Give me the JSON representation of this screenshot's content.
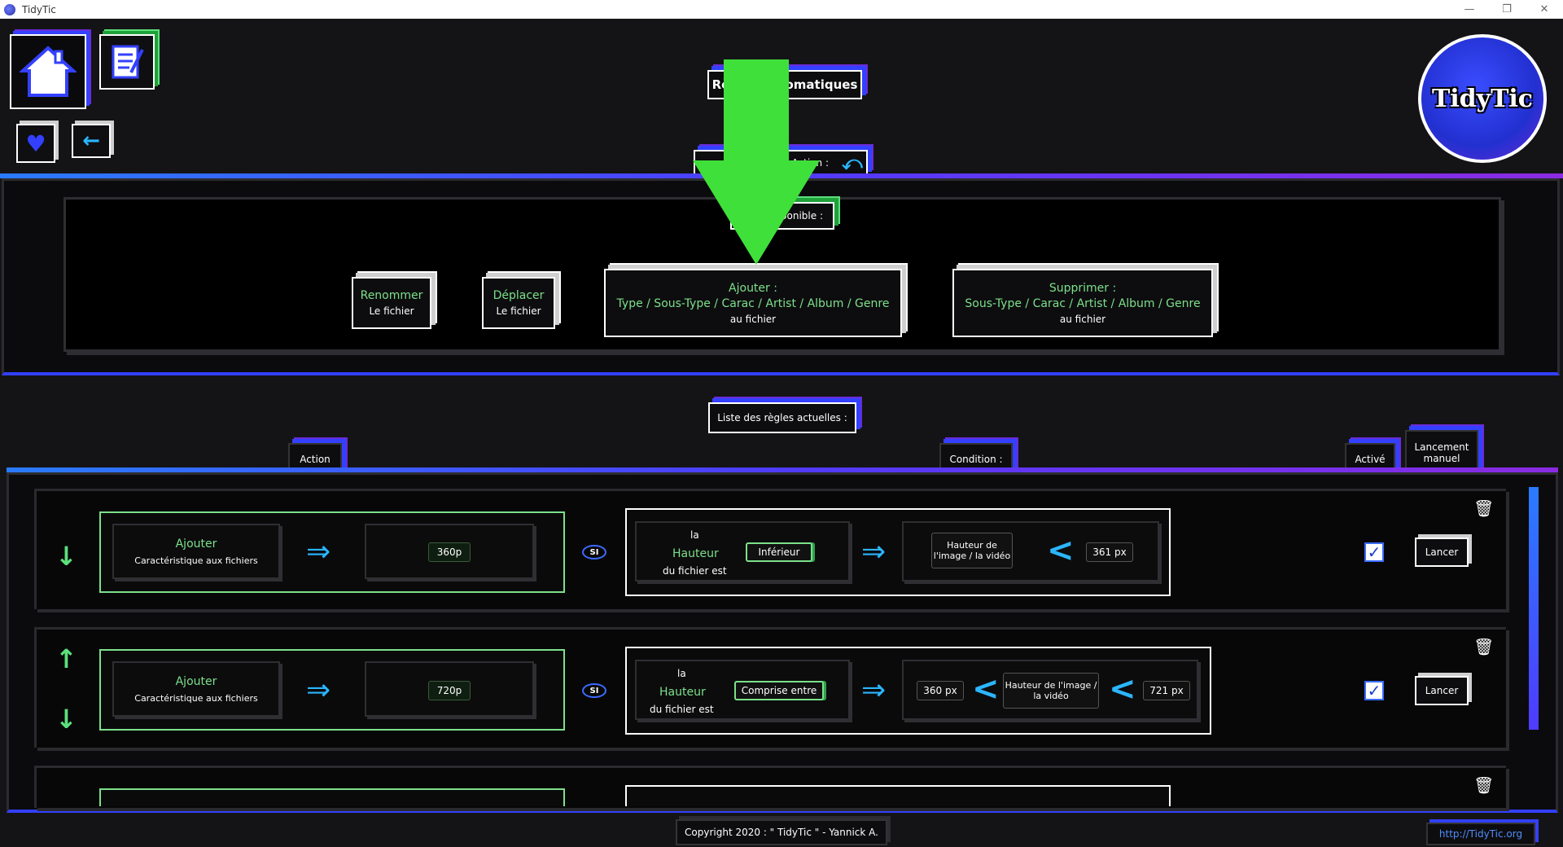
{
  "window": {
    "title": "TidyTic"
  },
  "header": {
    "rules_auto_title": "Règles automatiques",
    "action_label": "Action :",
    "available_label": "Action disponible :"
  },
  "actions_available": {
    "rename": {
      "line1": "Renommer",
      "line2": "Le fichier"
    },
    "move": {
      "line1": "Déplacer",
      "line2": "Le fichier"
    },
    "add": {
      "line1": "Ajouter :",
      "line2": "Type / Sous-Type / Carac / Artist / Album / Genre",
      "line3": "au fichier"
    },
    "remove": {
      "line1": "Supprimer :",
      "line2": "Sous-Type / Carac / Artist / Album / Genre",
      "line3": "au fichier"
    }
  },
  "rules_list": {
    "title": "Liste des règles actuelles :",
    "col_action": "Action",
    "col_condition": "Condition :",
    "col_active": "Activé",
    "col_manual": "Lancement manuel",
    "rows": [
      {
        "action": "Ajouter",
        "action_sub": "Caractéristique aux fichiers",
        "value": "360p",
        "si": "SI",
        "cond_la": "la",
        "cond_field": "Hauteur",
        "cond_tail": "du fichier est",
        "operator": "Inférieur",
        "target": "Hauteur de l'image / la vidéo",
        "bound": "361 px",
        "launch": "Lancer",
        "active": true
      },
      {
        "action": "Ajouter",
        "action_sub": "Caractéristique aux fichiers",
        "value": "720p",
        "si": "SI",
        "cond_la": "la",
        "cond_field": "Hauteur",
        "cond_tail": "du fichier est",
        "operator": "Comprise entre",
        "lower": "360 px",
        "target": "Hauteur de l'image / la vidéo",
        "bound": "721 px",
        "launch": "Lancer",
        "active": true
      }
    ]
  },
  "footer": {
    "copyright": "Copyright 2020 : \" TidyTic \" - Yannick A.",
    "link": "http://TidyTic.org"
  },
  "logo": {
    "text": "TidyTic"
  },
  "colors": {
    "accent_blue": "#3340ff",
    "accent_purple": "#6b2bd8",
    "accent_green": "#7ce08a",
    "overlay_arrow": "#3fe03a"
  }
}
